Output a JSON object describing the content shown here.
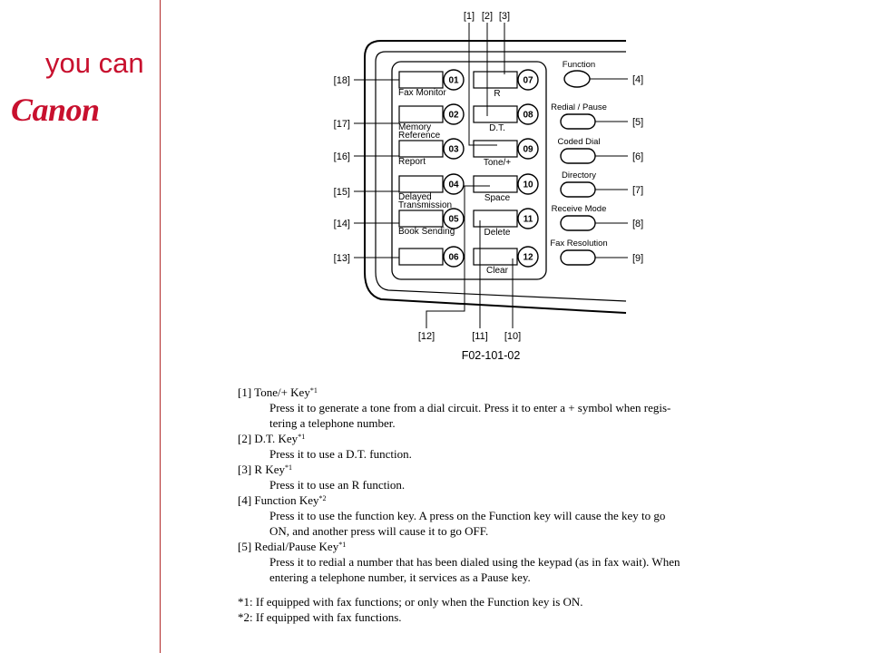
{
  "brand": {
    "tagline": "you can",
    "logo_text": "Canon",
    "accent_color": "#c8102e"
  },
  "diagram": {
    "caption": "F02-101-02",
    "top_callouts": [
      "[1]",
      "[2]",
      "[3]"
    ],
    "bottom_callouts": [
      "[12]",
      "[11]",
      "[10]"
    ],
    "left_callouts": [
      "[18]",
      "[17]",
      "[16]",
      "[15]",
      "[14]",
      "[13]"
    ],
    "right_callouts": [
      "[4]",
      "[5]",
      "[6]",
      "[7]",
      "[8]",
      "[9]"
    ],
    "left_keys": [
      {
        "num": "01",
        "label": [
          "Fax Monitor"
        ]
      },
      {
        "num": "02",
        "label": [
          "Memory",
          "Reference"
        ]
      },
      {
        "num": "03",
        "label": [
          "Report"
        ]
      },
      {
        "num": "04",
        "label": [
          "Delayed",
          "Transmission"
        ]
      },
      {
        "num": "05",
        "label": [
          "Book Sending"
        ]
      },
      {
        "num": "06",
        "label": []
      }
    ],
    "middle_keys": [
      {
        "num": "07",
        "label": "R"
      },
      {
        "num": "08",
        "label": "D.T."
      },
      {
        "num": "09",
        "label": "Tone/+"
      },
      {
        "num": "10",
        "label": "Space"
      },
      {
        "num": "11",
        "label": "Delete"
      },
      {
        "num": "12",
        "label": "Clear"
      }
    ],
    "right_keys": [
      "Function",
      "Redial / Pause",
      "Coded Dial",
      "Directory",
      "Receive Mode",
      "Fax Resolution"
    ]
  },
  "document": {
    "entries": [
      {
        "head": "[1]  Tone/+ Key",
        "mark": "*1",
        "body": [
          "Press it to generate a tone from a dial circuit. Press it to enter a + symbol when regis-",
          "tering a telephone number."
        ]
      },
      {
        "head": "[2]  D.T. Key",
        "mark": "*1",
        "body": [
          "Press it to use a D.T. function."
        ]
      },
      {
        "head": "[3]  R Key",
        "mark": "*1",
        "body": [
          "Press it to use an R function."
        ]
      },
      {
        "head": "[4]  Function Key",
        "mark": "*2",
        "body": [
          "Press it to use the function key. A press on the Function key will cause the key to go",
          "ON, and another press will cause it to go OFF."
        ]
      },
      {
        "head": "[5]  Redial/Pause Key",
        "mark": "*1",
        "body": [
          "Press it to redial a number that has been dialed using the keypad (as in fax wait). When",
          "entering a telephone number, it services as a Pause key."
        ]
      }
    ],
    "notes": [
      "*1: If equipped with fax functions; or only when the Function key is ON.",
      "*2: If equipped with fax functions."
    ]
  }
}
